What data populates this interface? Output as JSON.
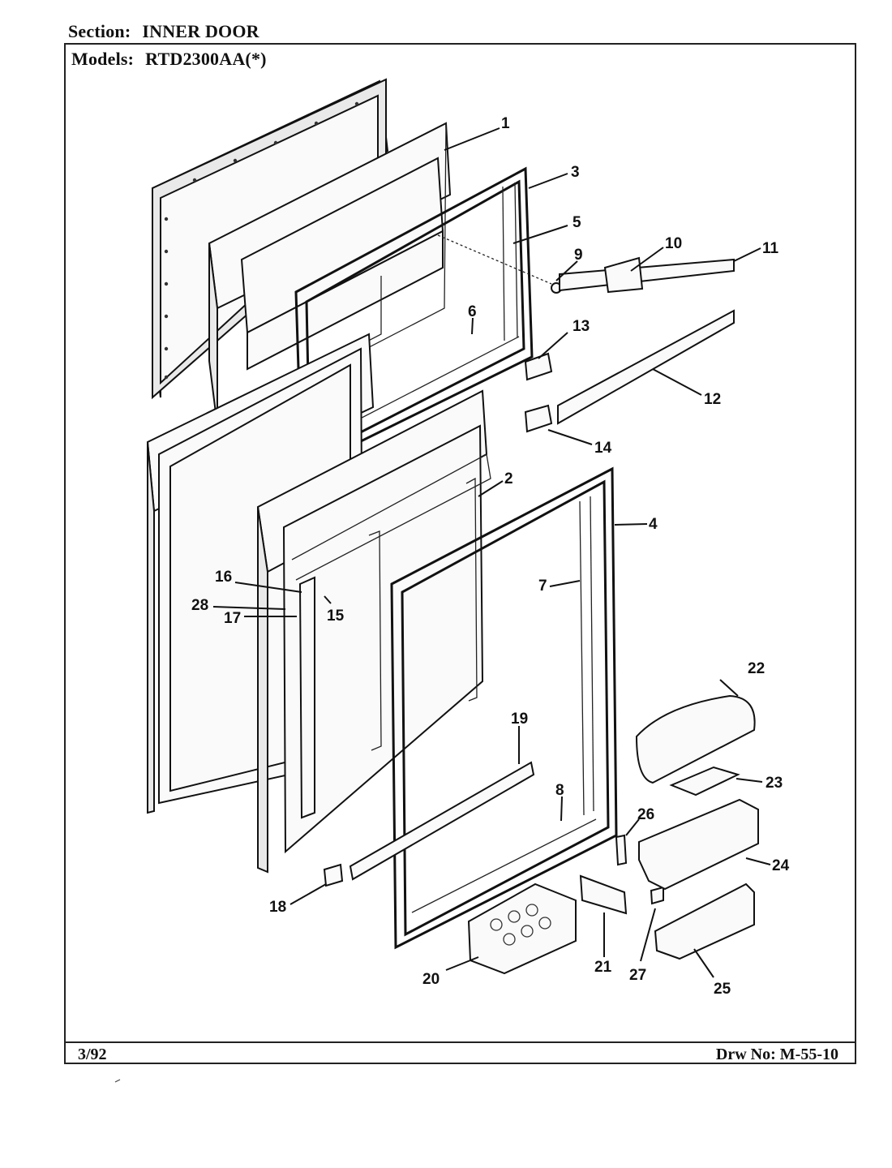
{
  "header": {
    "section_label": "Section:",
    "section_value": "INNER DOOR",
    "models_label": "Models:",
    "models_value": "RTD2300AA(*)"
  },
  "footer": {
    "date": "3/92",
    "drawing_number": "Drw No: M-55-10"
  },
  "callouts": {
    "p1": "1",
    "p2": "2",
    "p3": "3",
    "p4": "4",
    "p5": "5",
    "p6": "6",
    "p7": "7",
    "p8": "8",
    "p9": "9",
    "p10": "10",
    "p11": "11",
    "p12": "12",
    "p13": "13",
    "p14": "14",
    "p15": "15",
    "p16": "16",
    "p17": "17",
    "p18": "18",
    "p19": "19",
    "p20": "20",
    "p21": "21",
    "p22": "22",
    "p23": "23",
    "p24": "24",
    "p25": "25",
    "p26": "26",
    "p27": "27",
    "p28": "28"
  }
}
